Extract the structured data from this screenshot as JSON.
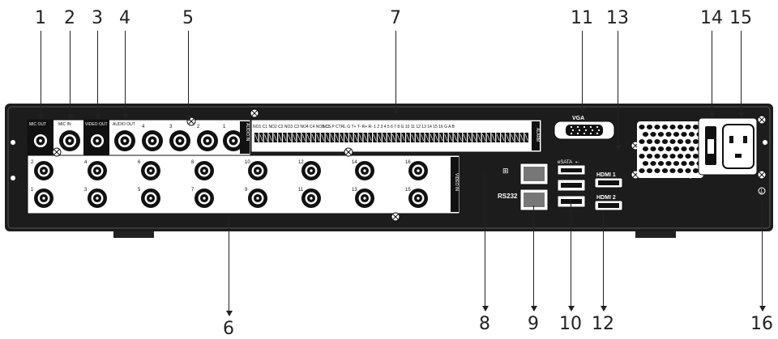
{
  "callouts_top": [
    {
      "id": "c1",
      "label": "1"
    },
    {
      "id": "c2",
      "label": "2"
    },
    {
      "id": "c3",
      "label": "3"
    },
    {
      "id": "c4",
      "label": "4"
    },
    {
      "id": "c5",
      "label": "5"
    },
    {
      "id": "c7",
      "label": "7"
    },
    {
      "id": "c11",
      "label": "11"
    },
    {
      "id": "c13",
      "label": "13"
    },
    {
      "id": "c14",
      "label": "14"
    },
    {
      "id": "c15",
      "label": "15"
    }
  ],
  "callouts_bottom": [
    {
      "id": "c6",
      "label": "6"
    },
    {
      "id": "c8",
      "label": "8"
    },
    {
      "id": "c9",
      "label": "9"
    },
    {
      "id": "c10",
      "label": "10"
    },
    {
      "id": "c12",
      "label": "12"
    },
    {
      "id": "c16",
      "label": "16"
    }
  ],
  "panel": {
    "mic_out": "MIC OUT",
    "mic_in": "MIC IN",
    "video_out": "VIDEO OUT",
    "audio_out": "AUDIO OUT",
    "audio_in": "AUDIO IN",
    "alarm": "ALARM",
    "video_in": "VIDEO IN",
    "vga": "VGA",
    "rs232": "RS232",
    "esata": "eSATA",
    "hdmi": "HDMI",
    "hdmi_1": "1",
    "hdmi_2": "2",
    "audio_in_numbers": [
      "4",
      "3",
      "2",
      "1"
    ],
    "video_top_numbers": [
      "2",
      "4",
      "6",
      "8",
      "10",
      "12",
      "14",
      "16"
    ],
    "video_bottom_numbers": [
      "1",
      "3",
      "5",
      "7",
      "9",
      "11",
      "13",
      "15"
    ],
    "terminal_top": "NO1 C1 NO2 C2 NO3 C3 NO4 C4 NO5 C5",
    "terminal_right": "NC5 P CTRL  G  T+ T- R+ R-  1  2  3  4  5  6  7  8  G  10 11 12 13 14 15 16  G  A  B"
  }
}
